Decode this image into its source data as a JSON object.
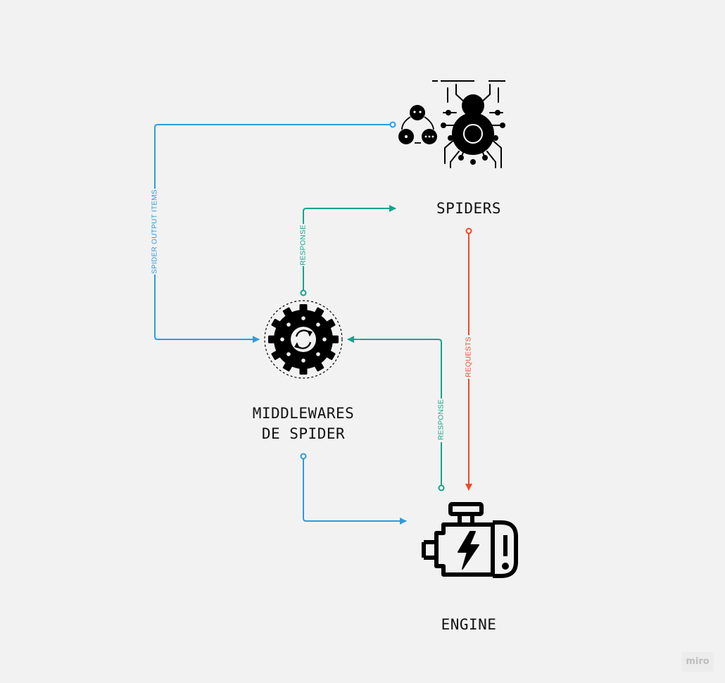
{
  "nodes": {
    "spiders": {
      "label": "SPIDERS",
      "icon": "spider-icon"
    },
    "middlewares": {
      "line1": "MIDDLEWARES",
      "line2": "DE SPIDER",
      "icon": "gear-sync-icon"
    },
    "engine": {
      "label": "ENGINE",
      "icon": "engine-icon"
    }
  },
  "edges": {
    "spider_output_items": {
      "label": "SPIDER OUTPUT ITEMS",
      "from": "spiders",
      "to": "middlewares",
      "color": "#2d9be0"
    },
    "response_to_spiders": {
      "label": "RESPONSE",
      "from": "middlewares",
      "to": "spiders",
      "color": "#12a58b"
    },
    "requests": {
      "label": "REQUESTS",
      "from": "spiders",
      "to": "engine",
      "color": "#ee4a2b"
    },
    "response_to_middlewares": {
      "label": "RESPONSE",
      "from": "engine",
      "to": "middlewares",
      "color": "#12a58b"
    },
    "middlewares_to_engine": {
      "label": "",
      "from": "middlewares",
      "to": "engine",
      "color": "#2d9be0"
    }
  },
  "watermark": "miro"
}
